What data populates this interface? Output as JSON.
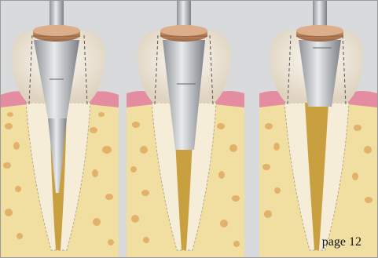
{
  "footer": {
    "page_label": "page 12"
  },
  "illustration": {
    "panels": [
      {
        "stage": "file-deep-in-canal"
      },
      {
        "stage": "file-mid-canal"
      },
      {
        "stage": "file-at-crown"
      }
    ],
    "colors": {
      "background": "#d9dadb",
      "bone": "#f1dfa2",
      "bone_pores": "#e2b26a",
      "gum": "#e58da0",
      "tooth": "#f4efe5",
      "root_canal": "#c8a040",
      "file_metal": "#b9bcc0",
      "stopper": "#b98160"
    }
  }
}
